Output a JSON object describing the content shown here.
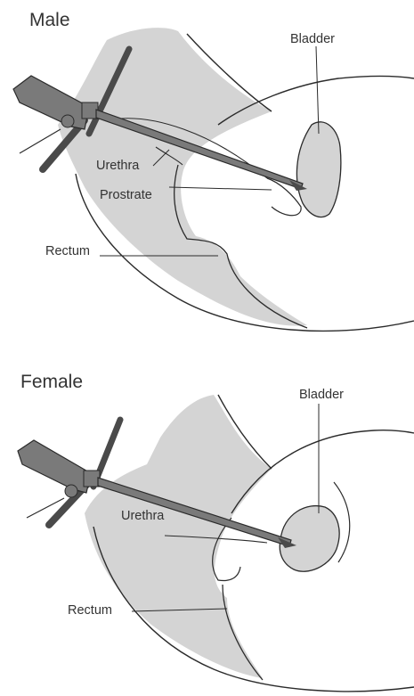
{
  "colors": {
    "tissue_fill": "#d4d4d4",
    "outline": "#2b2b2b",
    "scope_fill": "#7a7a7a",
    "scope_dark": "#4a4a4a",
    "text": "#333333"
  },
  "panels": [
    {
      "heading": "Male",
      "labels": {
        "bladder": "Bladder",
        "urethra": "Urethra",
        "prostate": "Prostrate",
        "rectum": "Rectum"
      }
    },
    {
      "heading": "Female",
      "labels": {
        "bladder": "Bladder",
        "urethra": "Urethra",
        "rectum": "Rectum"
      }
    }
  ]
}
